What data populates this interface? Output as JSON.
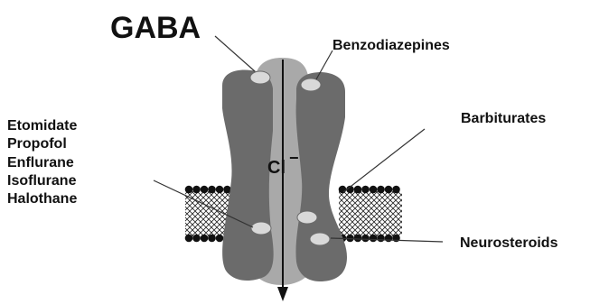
{
  "labels": {
    "gaba": "GABA",
    "benzodiazepines": "Benzodiazepines",
    "barbiturates": "Barbiturates",
    "neurosteroids": "Neurosteroids",
    "ion": "Cl",
    "ion_charge": "−",
    "anesthetics": [
      "Etomidate",
      "Propofol",
      "Enflurane",
      "Isoflurane",
      "Halothane"
    ]
  },
  "colors": {
    "subunit_dark": "#6b6b6b",
    "subunit_light": "#a9a9a9",
    "binding_site": "#d9d9d9",
    "membrane_head": "#111111",
    "leader_line": "#333333"
  }
}
